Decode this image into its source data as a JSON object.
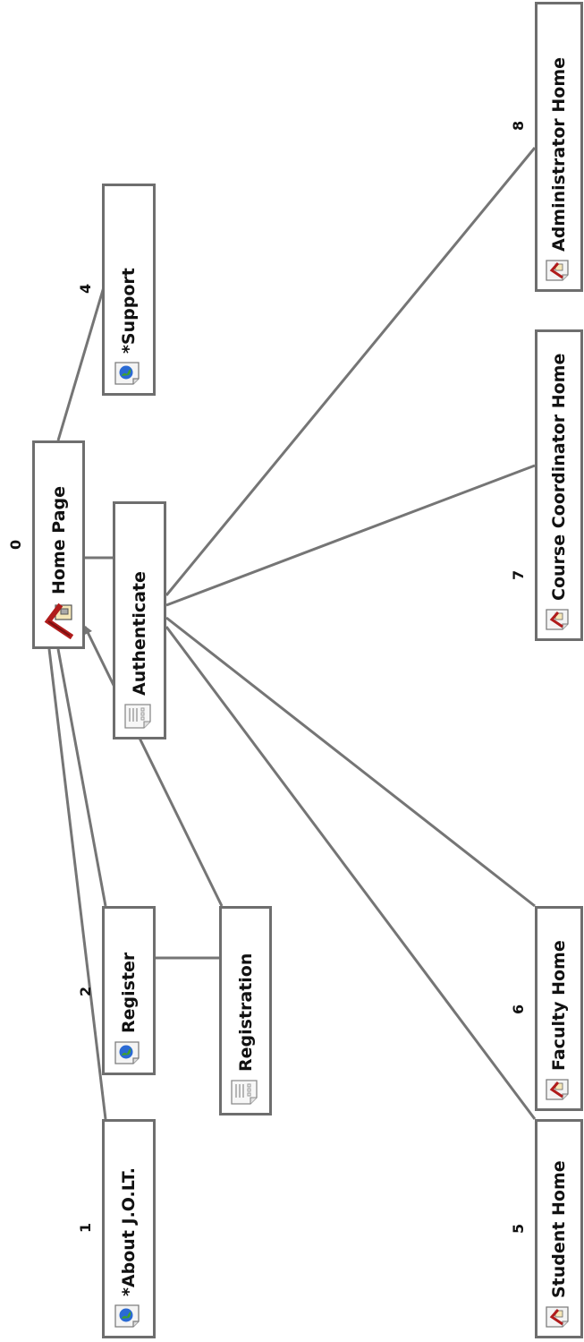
{
  "diagram": {
    "nodes": {
      "home": {
        "label": "Home Page",
        "number": "0",
        "icon": "home-icon"
      },
      "about": {
        "label": "*About J.O.LT.",
        "number": "1",
        "icon": "web-page-icon"
      },
      "register": {
        "label": "Register",
        "number": "2",
        "icon": "web-page-icon"
      },
      "registration": {
        "label": "Registration",
        "icon": "form-icon"
      },
      "support": {
        "label": "*Support",
        "number": "4",
        "icon": "web-page-icon"
      },
      "authenticate": {
        "label": "Authenticate",
        "icon": "form-icon"
      },
      "student": {
        "label": "Student Home",
        "number": "5",
        "icon": "small-home-icon"
      },
      "faculty": {
        "label": "Faculty Home",
        "number": "6",
        "icon": "small-home-icon"
      },
      "coordinator": {
        "label": "Course Coordinator Home",
        "number": "7",
        "icon": "small-home-icon"
      },
      "admin": {
        "label": "Administrator Home",
        "number": "8",
        "icon": "small-home-icon"
      }
    },
    "edges": [
      {
        "from": "home",
        "to": "about"
      },
      {
        "from": "home",
        "to": "register"
      },
      {
        "from": "home",
        "to": "support"
      },
      {
        "from": "home",
        "to": "authenticate"
      },
      {
        "from": "register",
        "to": "registration"
      },
      {
        "from": "registration",
        "to": "home",
        "arrow": true
      },
      {
        "from": "authenticate",
        "to": "student"
      },
      {
        "from": "authenticate",
        "to": "faculty"
      },
      {
        "from": "authenticate",
        "to": "coordinator"
      },
      {
        "from": "authenticate",
        "to": "admin"
      }
    ],
    "colors": {
      "border": "#6e6e6e",
      "line": "#757575",
      "home_red": "#b01c1c",
      "globe_blue": "#2a6ad4",
      "globe_green": "#3ea030"
    }
  }
}
